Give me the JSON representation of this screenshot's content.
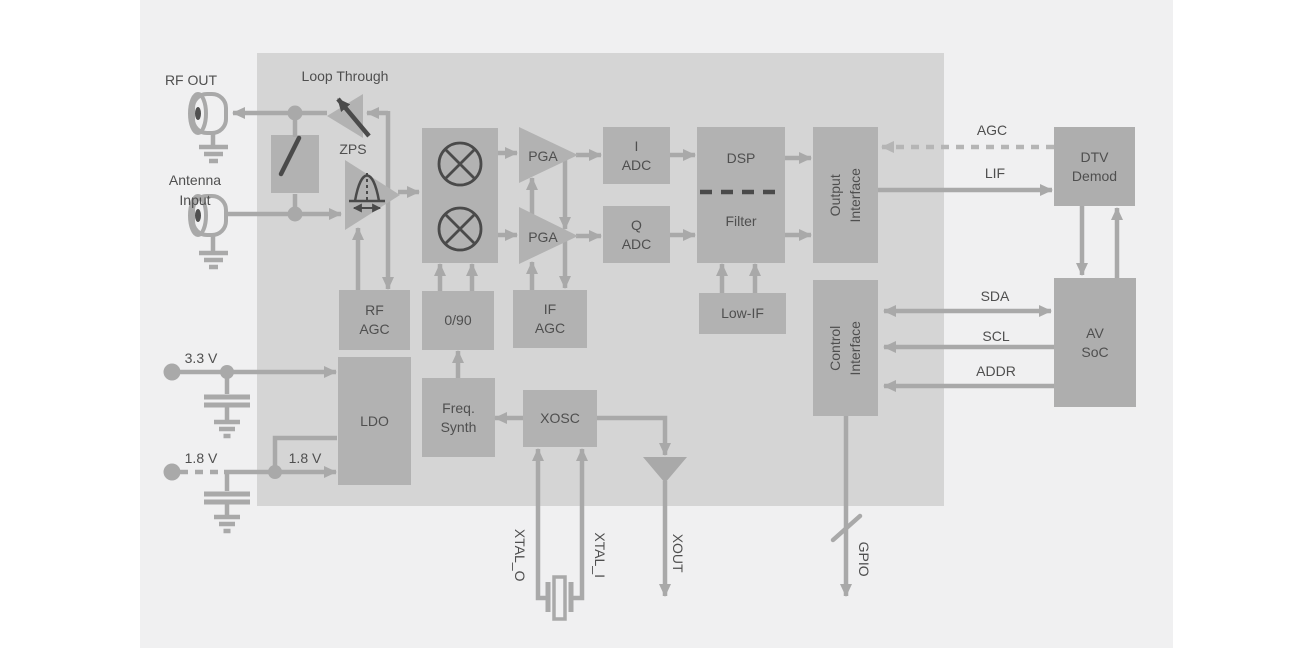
{
  "colors": {
    "page_bg": "#ffffff",
    "panel_bg": "#f0f0f1",
    "chip_bg": "#d5d5d5",
    "block_bg": "#b2b2b2",
    "outer_block_bg": "#aeaeae",
    "wire": "#a9a9a9",
    "wire_light": "#b5b5b5",
    "dark_accent": "#4a4a4a",
    "text": "#4f4f4f"
  },
  "ports": {
    "rf_out": "RF OUT",
    "antenna_line1": "Antenna",
    "antenna_line2": "Input",
    "supply_33": "3.3 V",
    "supply_18": "1.8 V",
    "supply_18_internal": "1.8 V"
  },
  "chip": {
    "loop_through": "Loop Through",
    "zps": "ZPS",
    "pga_top": "PGA",
    "pga_bottom": "PGA",
    "rf_agc_line1": "RF",
    "rf_agc_line2": "AGC",
    "quad_phase": "0/90",
    "if_agc_line1": "IF",
    "if_agc_line2": "AGC",
    "i_adc_line1": "I",
    "i_adc_line2": "ADC",
    "q_adc_line1": "Q",
    "q_adc_line2": "ADC",
    "dsp": "DSP",
    "filter": "Filter",
    "low_if": "Low-IF",
    "output_interface_line1": "Output",
    "output_interface_line2": "Interface",
    "control_interface_line1": "Control",
    "control_interface_line2": "Interface",
    "ldo": "LDO",
    "freq_synth_line1": "Freq.",
    "freq_synth_line2": "Synth",
    "xosc": "XOSC"
  },
  "external": {
    "dtv_demod_line1": "DTV",
    "dtv_demod_line2": "Demod",
    "av_soc_line1": "AV",
    "av_soc_line2": "SoC"
  },
  "signals": {
    "agc": "AGC",
    "lif": "LIF",
    "sda": "SDA",
    "scl": "SCL",
    "addr": "ADDR",
    "gpio": "GPIO",
    "xtal_o": "XTAL_O",
    "xtal_i": "XTAL_I",
    "xout": "XOUT"
  }
}
